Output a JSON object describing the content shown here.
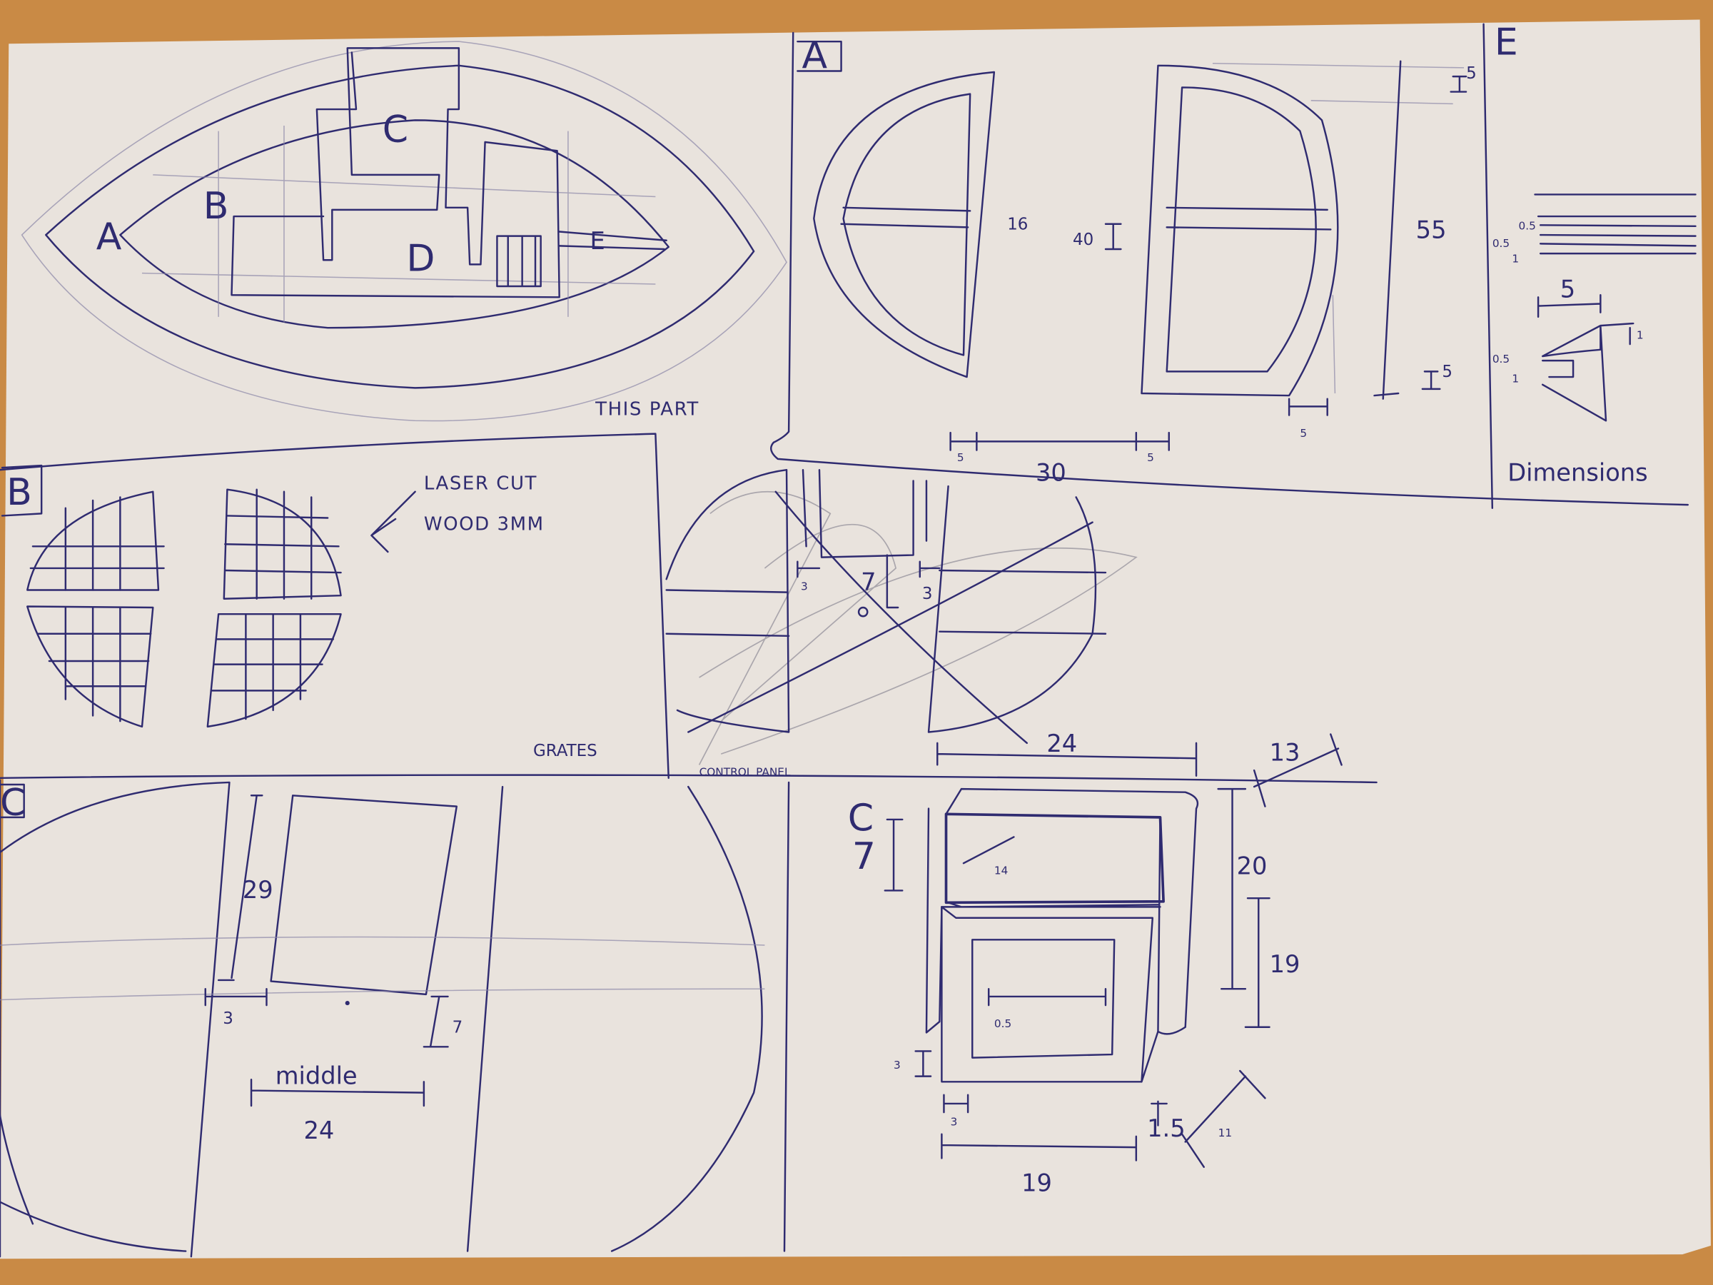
{
  "colors": {
    "paper": "#e9e3dd",
    "ink": "#2f2b70",
    "table": "#c98a45"
  },
  "overview": {
    "label_a": "A",
    "label_b": "B",
    "label_c": "C",
    "label_d": "D",
    "label_e": "E",
    "note": "THIS PART"
  },
  "panel_a": {
    "title": "A",
    "dims": {
      "thickness_small": "16",
      "height_inner": "40",
      "height_outer": "55",
      "top": "5",
      "bottom": "5",
      "left_rim": "5",
      "width": "30",
      "right_rim": "5",
      "depth": "5"
    }
  },
  "panel_e": {
    "title": "E",
    "dims": {
      "line_top": "0.5",
      "line_gap": "0.5",
      "line_bottom": "1",
      "width": "5",
      "right": "1",
      "slot_top": "0.5",
      "slot_bottom": "1"
    },
    "caption": "Dimensions"
  },
  "panel_b": {
    "title": "B",
    "note_line1": "LASER CUT",
    "note_line2": "WOOD 3MM",
    "caption": "GRATES"
  },
  "control_panel": {
    "dims": {
      "left_gap": "3",
      "middle": "7",
      "right_gap": "3",
      "width": "24",
      "depth": "13"
    },
    "caption": "CONTROL PANEL"
  },
  "panel_c_side": {
    "title": "C",
    "dims": {
      "height": "29",
      "gap": "3",
      "step": "7",
      "width": "24"
    },
    "note": "middle"
  },
  "panel_c_box": {
    "title": "C",
    "dims": {
      "top_height": "7",
      "total_height": "20",
      "lower_height": "19",
      "diag": "14",
      "inner": "0.5",
      "base": "3",
      "side": "3",
      "edge": "1.5",
      "depth": "11",
      "width": "19"
    }
  }
}
